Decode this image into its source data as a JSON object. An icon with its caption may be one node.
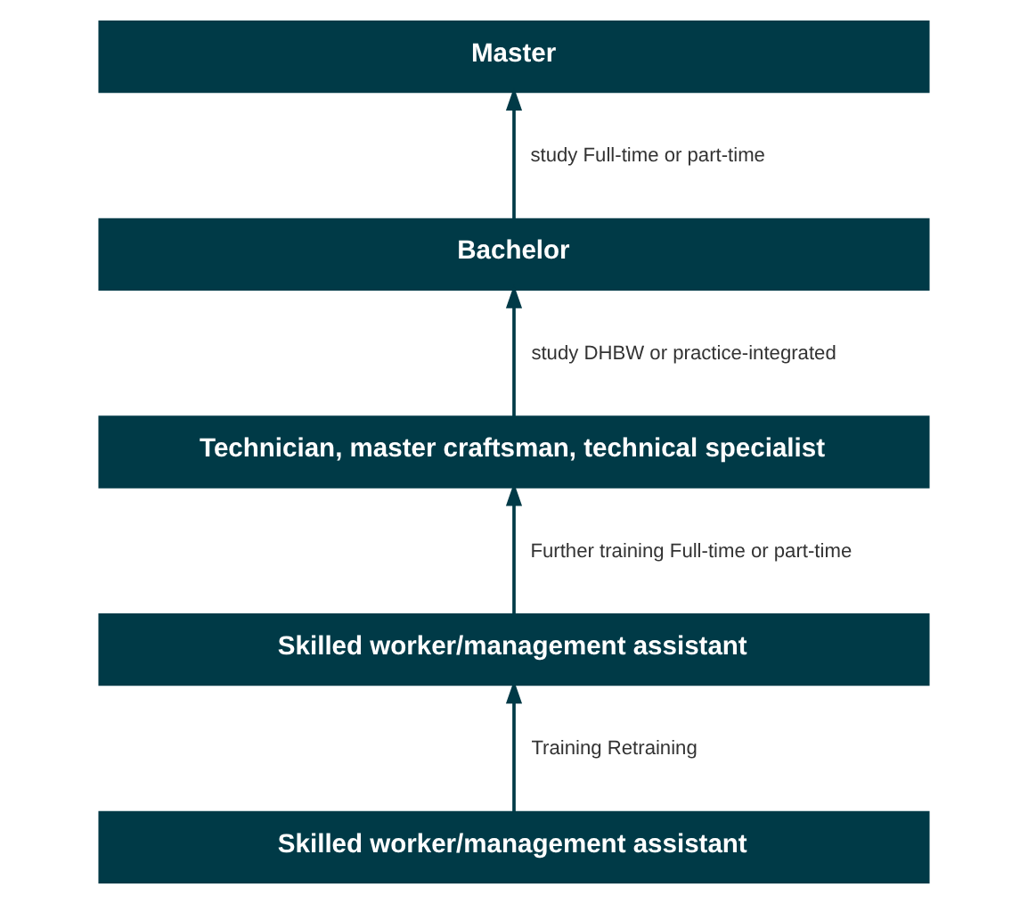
{
  "diagram": {
    "nodes": [
      {
        "text": [
          "Master"
        ]
      },
      {
        "text": [
          "Bachelor"
        ]
      },
      {
        "text": [
          "Technician, master craftsman, technical specialist"
        ]
      },
      {
        "text": [
          "Skilled worker/management assistant"
        ]
      },
      {
        "text": [
          "Skilled worker/management assistant"
        ]
      }
    ],
    "edges": [
      {
        "from": 1,
        "to": 0,
        "arrow": "to",
        "label": "study Full-time or part-time"
      },
      {
        "from": 2,
        "to": 1,
        "arrow": "to",
        "label": "study DHBW or practice-integrated"
      },
      {
        "from": 3,
        "to": 2,
        "arrow": "to",
        "label": "Further training Full-time or part-time"
      },
      {
        "from": 4,
        "to": 3,
        "arrow": "to",
        "label": "Training Retraining"
      }
    ]
  }
}
